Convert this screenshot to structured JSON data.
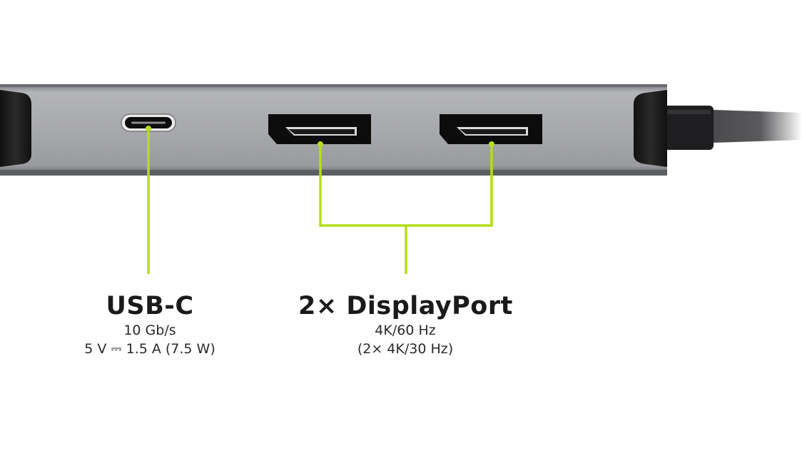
{
  "colors": {
    "callout_line": "#b5dd1c",
    "hub_body": "#a5a6aa",
    "port_black": "#0c0c0c",
    "text": "#1a1a1a"
  },
  "icons": [
    "usb-c-port-icon",
    "displayport-port-icon",
    "cable-icon"
  ],
  "callouts": {
    "usbc": {
      "title": "USB-C",
      "line1": "10 Gb/s",
      "line2": "5 V ⎓ 1.5 A (7.5 W)"
    },
    "displayport": {
      "title": "2× DisplayPort",
      "line1": "4K/60 Hz",
      "line2": "(2× 4K/30 Hz)"
    }
  }
}
